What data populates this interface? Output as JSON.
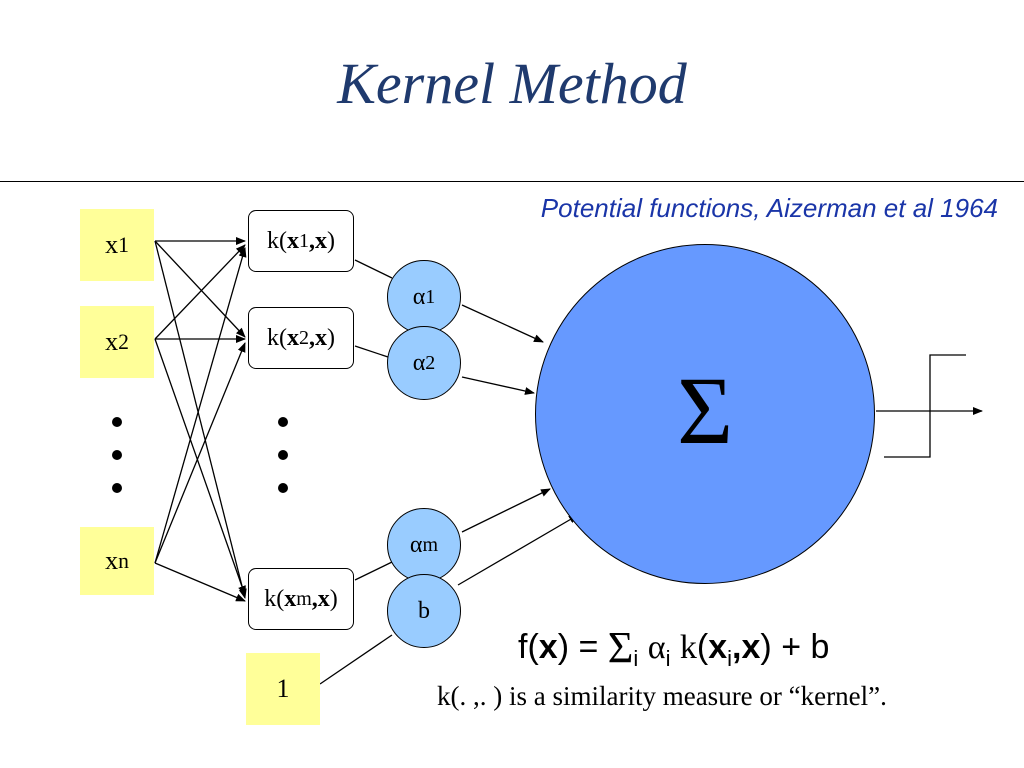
{
  "title": "Kernel Method",
  "subtitle": "Potential functions, Aizerman et al 1964",
  "inputs": {
    "x1": {
      "base": "x",
      "sub": "1"
    },
    "x2": {
      "base": "x",
      "sub": "2"
    },
    "xn": {
      "base": "x",
      "sub": "n"
    },
    "bias": "1"
  },
  "kernels": {
    "k1": {
      "prefix": "k(",
      "x": "x",
      "sub": "1",
      "comma": ",",
      "xvec": "x",
      "suffix": ")"
    },
    "k2": {
      "prefix": "k(",
      "x": "x",
      "sub": "2",
      "comma": ",",
      "xvec": "x",
      "suffix": ")"
    },
    "km": {
      "prefix": "k(",
      "x": "x",
      "sub": "m",
      "comma": ",",
      "xvec": "x",
      "suffix": ")"
    }
  },
  "weights": {
    "a1": {
      "base": "α",
      "sub": "1"
    },
    "a2": {
      "base": "α",
      "sub": "2"
    },
    "am": {
      "base": "α",
      "sub": "m"
    },
    "b": "b"
  },
  "sum_symbol": "Σ",
  "formula": {
    "f": "f(",
    "x": "x",
    "eq": ") = ",
    "sigma": "Σ",
    "sub_i1": "i",
    "alpha": "α",
    "sub_i2": "i",
    "k": "k",
    "open": "(",
    "xi": "x",
    "sub_i3": "i",
    "comma": ",",
    "x2": "x",
    "close": ") + b"
  },
  "kernel_note": "k(. ,. ) is a similarity measure or “kernel”.",
  "colors": {
    "title": "#1f3a6e",
    "subtitle": "#1a35a8",
    "input_box": "#ffff99",
    "weight_circle": "#99ccff",
    "sum_circle": "#6699ff"
  }
}
